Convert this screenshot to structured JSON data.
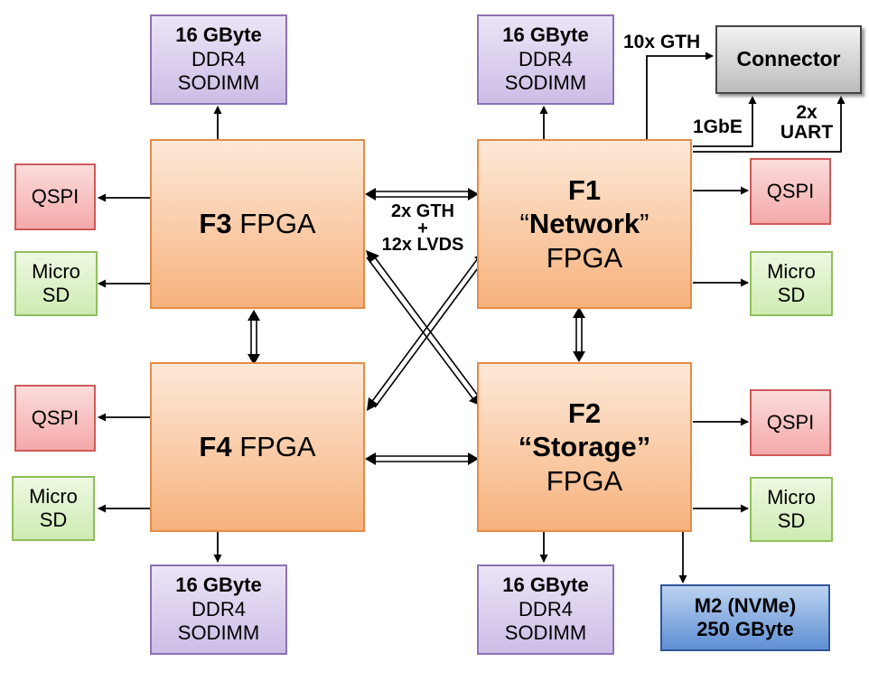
{
  "ddr": [
    {
      "id": "ddr-f3",
      "l1": "16 GByte",
      "l2": "DDR4",
      "l3": "SODIMM"
    },
    {
      "id": "ddr-f1",
      "l1": "16 GByte",
      "l2": "DDR4",
      "l3": "SODIMM"
    },
    {
      "id": "ddr-f4",
      "l1": "16 GByte",
      "l2": "DDR4",
      "l3": "SODIMM"
    },
    {
      "id": "ddr-f2",
      "l1": "16 GByte",
      "l2": "DDR4",
      "l3": "SODIMM"
    }
  ],
  "qspi": {
    "label": "QSPI"
  },
  "microsd": {
    "line1": "Micro",
    "line2": "SD"
  },
  "fpga": {
    "f3": {
      "id": "F3",
      "suffix": "FPGA"
    },
    "f4": {
      "id": "F4",
      "suffix": "FPGA"
    },
    "f1": {
      "id": "F1",
      "role": "“Network”",
      "suffix": "FPGA"
    },
    "f2": {
      "id": "F2",
      "role": "“Storage”",
      "suffix": "FPGA"
    }
  },
  "connector": {
    "label": "Connector"
  },
  "m2": {
    "line1": "M2 (NVMe)",
    "line2": "250 GByte"
  },
  "links": {
    "gth10": "10x GTH",
    "gbe": "1GbE",
    "uart_1": "2x",
    "uart_2": "UART",
    "center_1": "2x GTH",
    "center_2": "+",
    "center_3": "12x LVDS"
  }
}
